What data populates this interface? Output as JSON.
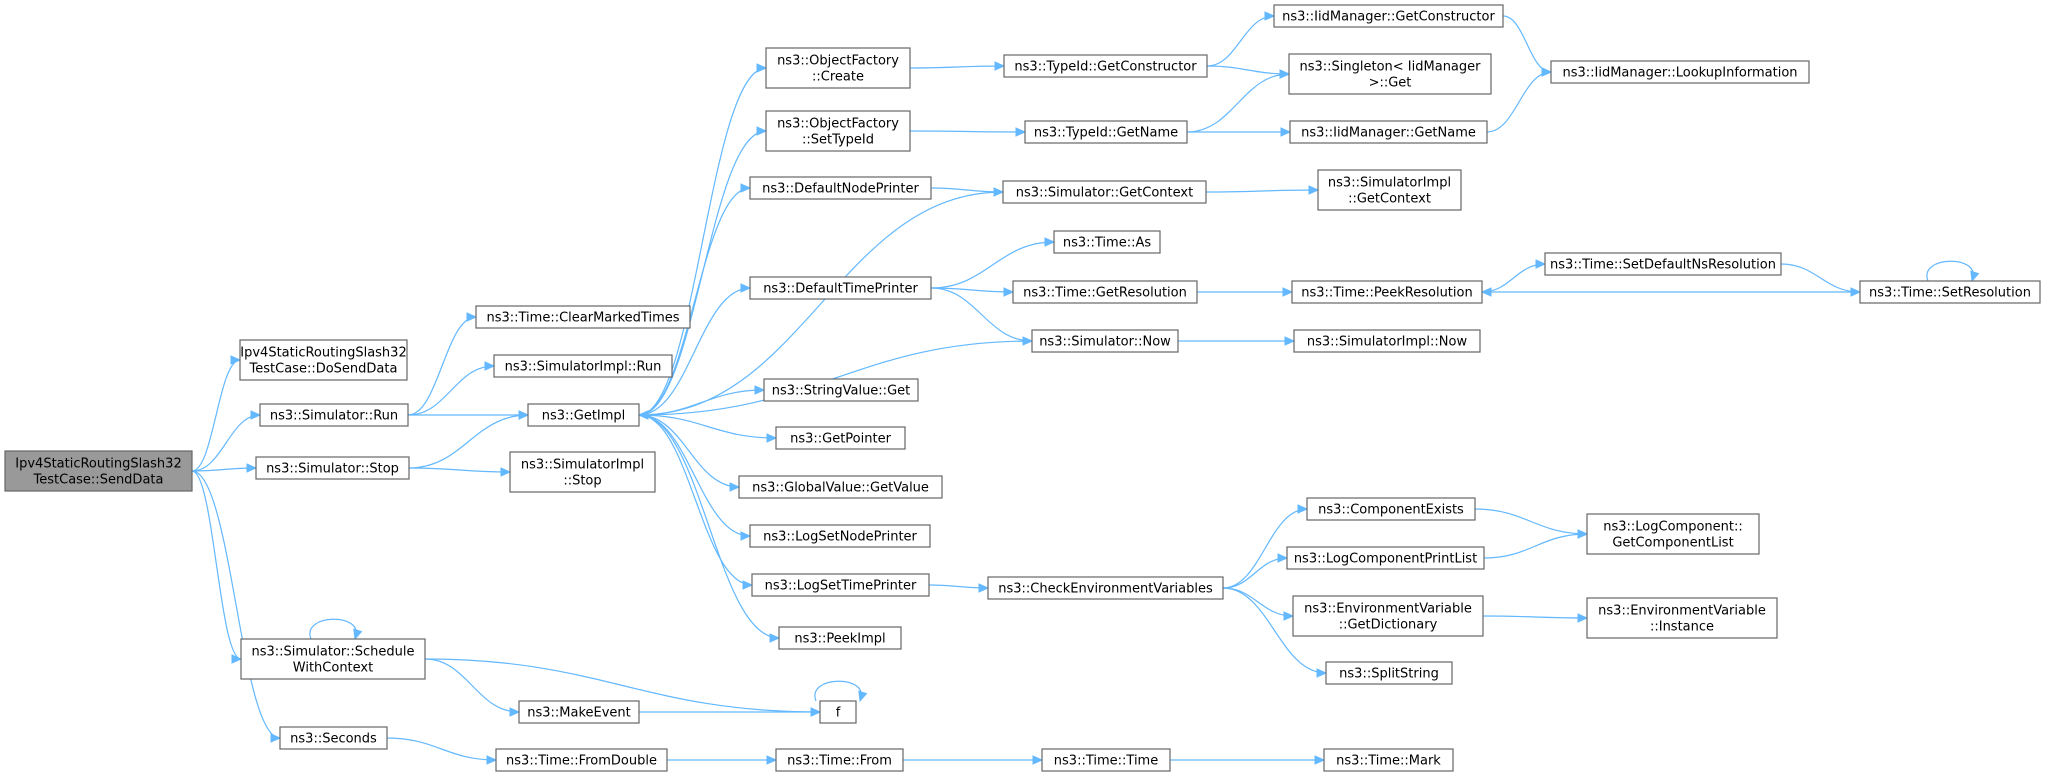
{
  "diagram": {
    "type": "call-graph",
    "colors": {
      "edge": "#63b8ff",
      "node_border": "#666666",
      "root_fill": "#999999",
      "node_fill": "#ffffff"
    },
    "nodes": [
      {
        "id": "root",
        "lines": [
          "Ipv4StaticRoutingSlash32",
          "TestCase::SendData"
        ],
        "root": true
      },
      {
        "id": "dosend",
        "lines": [
          "Ipv4StaticRoutingSlash32",
          "TestCase::DoSendData"
        ]
      },
      {
        "id": "run",
        "lines": [
          "ns3::Simulator::Run"
        ]
      },
      {
        "id": "stop",
        "lines": [
          "ns3::Simulator::Stop"
        ]
      },
      {
        "id": "schedctx",
        "lines": [
          "ns3::Simulator::Schedule",
          "WithContext"
        ]
      },
      {
        "id": "seconds",
        "lines": [
          "ns3::Seconds"
        ]
      },
      {
        "id": "clearmarked",
        "lines": [
          "ns3::Time::ClearMarkedTimes"
        ]
      },
      {
        "id": "implrun",
        "lines": [
          "ns3::SimulatorImpl::Run"
        ]
      },
      {
        "id": "getimpl",
        "lines": [
          "ns3::GetImpl"
        ]
      },
      {
        "id": "implstop",
        "lines": [
          "ns3::SimulatorImpl",
          "::Stop"
        ]
      },
      {
        "id": "makeevent",
        "lines": [
          "ns3::MakeEvent"
        ]
      },
      {
        "id": "f",
        "lines": [
          "f"
        ]
      },
      {
        "id": "fromdouble",
        "lines": [
          "ns3::Time::FromDouble"
        ]
      },
      {
        "id": "ofcreate",
        "lines": [
          "ns3::ObjectFactory",
          "::Create"
        ]
      },
      {
        "id": "ofsettype",
        "lines": [
          "ns3::ObjectFactory",
          "::SetTypeId"
        ]
      },
      {
        "id": "defnode",
        "lines": [
          "ns3::DefaultNodePrinter"
        ]
      },
      {
        "id": "deftime",
        "lines": [
          "ns3::DefaultTimePrinter"
        ]
      },
      {
        "id": "strget",
        "lines": [
          "ns3::StringValue::Get"
        ]
      },
      {
        "id": "getptr",
        "lines": [
          "ns3::GetPointer"
        ]
      },
      {
        "id": "gvget",
        "lines": [
          "ns3::GlobalValue::GetValue"
        ]
      },
      {
        "id": "logsetnode",
        "lines": [
          "ns3::LogSetNodePrinter"
        ]
      },
      {
        "id": "logsettime",
        "lines": [
          "ns3::LogSetTimePrinter"
        ]
      },
      {
        "id": "peekimpl",
        "lines": [
          "ns3::PeekImpl"
        ]
      },
      {
        "id": "timefrom",
        "lines": [
          "ns3::Time::From"
        ]
      },
      {
        "id": "tidgetctor",
        "lines": [
          "ns3::TypeId::GetConstructor"
        ]
      },
      {
        "id": "tidgetname",
        "lines": [
          "ns3::TypeId::GetName"
        ]
      },
      {
        "id": "simgetctx",
        "lines": [
          "ns3::Simulator::GetContext"
        ]
      },
      {
        "id": "timeas",
        "lines": [
          "ns3::Time::As"
        ]
      },
      {
        "id": "timegetres",
        "lines": [
          "ns3::Time::GetResolution"
        ]
      },
      {
        "id": "simnow",
        "lines": [
          "ns3::Simulator::Now"
        ]
      },
      {
        "id": "checkenv",
        "lines": [
          "ns3::CheckEnvironmentVariables"
        ]
      },
      {
        "id": "timetime",
        "lines": [
          "ns3::Time::Time"
        ]
      },
      {
        "id": "iidgetctor",
        "lines": [
          "ns3::IidManager::GetConstructor"
        ]
      },
      {
        "id": "singleton",
        "lines": [
          "ns3::Singleton< IidManager",
          ">::Get"
        ]
      },
      {
        "id": "iidgetname",
        "lines": [
          "ns3::IidManager::GetName"
        ]
      },
      {
        "id": "implgetctx",
        "lines": [
          "ns3::SimulatorImpl",
          "::GetContext"
        ]
      },
      {
        "id": "peekres",
        "lines": [
          "ns3::Time::PeekResolution"
        ]
      },
      {
        "id": "implnow",
        "lines": [
          "ns3::SimulatorImpl::Now"
        ]
      },
      {
        "id": "compexists",
        "lines": [
          "ns3::ComponentExists"
        ]
      },
      {
        "id": "logcompprint",
        "lines": [
          "ns3::LogComponentPrintList"
        ]
      },
      {
        "id": "envdict",
        "lines": [
          "ns3::EnvironmentVariable",
          "::GetDictionary"
        ]
      },
      {
        "id": "splitstring",
        "lines": [
          "ns3::SplitString"
        ]
      },
      {
        "id": "timemark",
        "lines": [
          "ns3::Time::Mark"
        ]
      },
      {
        "id": "iidlookup",
        "lines": [
          "ns3::IidManager::LookupInformation"
        ]
      },
      {
        "id": "setdefns",
        "lines": [
          "ns3::Time::SetDefaultNsResolution"
        ]
      },
      {
        "id": "logcomplist",
        "lines": [
          "ns3::LogComponent::",
          "GetComponentList"
        ]
      },
      {
        "id": "envinst",
        "lines": [
          "ns3::EnvironmentVariable",
          "::Instance"
        ]
      },
      {
        "id": "setres",
        "lines": [
          "ns3::Time::SetResolution"
        ]
      }
    ],
    "edges": [
      [
        "root",
        "dosend"
      ],
      [
        "root",
        "run"
      ],
      [
        "root",
        "stop"
      ],
      [
        "root",
        "schedctx"
      ],
      [
        "root",
        "seconds"
      ],
      [
        "run",
        "clearmarked"
      ],
      [
        "run",
        "implrun"
      ],
      [
        "run",
        "getimpl"
      ],
      [
        "stop",
        "getimpl"
      ],
      [
        "stop",
        "implstop"
      ],
      [
        "schedctx",
        "schedctx"
      ],
      [
        "schedctx",
        "makeevent"
      ],
      [
        "schedctx",
        "f"
      ],
      [
        "makeevent",
        "f"
      ],
      [
        "f",
        "f"
      ],
      [
        "seconds",
        "fromdouble"
      ],
      [
        "fromdouble",
        "timefrom"
      ],
      [
        "timefrom",
        "timetime"
      ],
      [
        "timetime",
        "timemark"
      ],
      [
        "getimpl",
        "ofcreate"
      ],
      [
        "getimpl",
        "ofsettype"
      ],
      [
        "getimpl",
        "defnode"
      ],
      [
        "getimpl",
        "deftime"
      ],
      [
        "getimpl",
        "strget"
      ],
      [
        "getimpl",
        "getptr"
      ],
      [
        "getimpl",
        "gvget"
      ],
      [
        "getimpl",
        "logsetnode"
      ],
      [
        "getimpl",
        "logsettime"
      ],
      [
        "getimpl",
        "peekimpl"
      ],
      [
        "ofcreate",
        "tidgetctor"
      ],
      [
        "ofsettype",
        "tidgetname"
      ],
      [
        "tidgetctor",
        "iidgetctor"
      ],
      [
        "tidgetctor",
        "singleton"
      ],
      [
        "tidgetname",
        "singleton"
      ],
      [
        "tidgetname",
        "iidgetname"
      ],
      [
        "iidgetctor",
        "iidlookup"
      ],
      [
        "iidgetname",
        "iidlookup"
      ],
      [
        "defnode",
        "simgetctx"
      ],
      [
        "simgetctx",
        "getimpl"
      ],
      [
        "simgetctx",
        "implgetctx"
      ],
      [
        "deftime",
        "timeas"
      ],
      [
        "deftime",
        "timegetres"
      ],
      [
        "deftime",
        "simnow"
      ],
      [
        "timegetres",
        "peekres"
      ],
      [
        "peekres",
        "setdefns"
      ],
      [
        "setdefns",
        "setres"
      ],
      [
        "setres",
        "setres"
      ],
      [
        "setres",
        "peekres"
      ],
      [
        "simnow",
        "getimpl"
      ],
      [
        "simnow",
        "implnow"
      ],
      [
        "logsettime",
        "checkenv"
      ],
      [
        "checkenv",
        "compexists"
      ],
      [
        "checkenv",
        "logcompprint"
      ],
      [
        "checkenv",
        "envdict"
      ],
      [
        "checkenv",
        "splitstring"
      ],
      [
        "compexists",
        "logcomplist"
      ],
      [
        "logcompprint",
        "logcomplist"
      ],
      [
        "envdict",
        "envinst"
      ]
    ]
  }
}
